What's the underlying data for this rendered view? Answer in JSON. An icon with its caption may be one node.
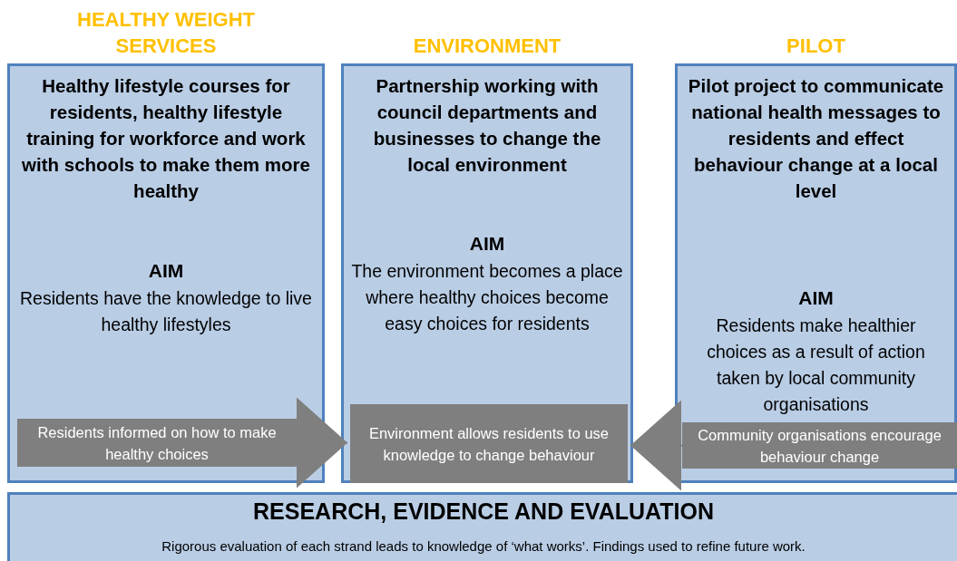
{
  "diagram": {
    "nodes": [
      {
        "text": [
          "HEALTHY WEIGHT SERVICES",
          "Healthy lifestyle courses for residents, healthy lifestyle training for workforce and work with schools to make them more healthy",
          "AIM",
          "Residents have the knowledge to live healthy lifestyles"
        ]
      },
      {
        "text": [
          "ENVIRONMENT",
          "Partnership working with council departments and businesses to change the local environment",
          "AIM",
          "The environment becomes a place where healthy choices become easy choices for residents"
        ]
      },
      {
        "text": [
          "PILOT",
          "Pilot project to communicate national health messages to residents and effect behaviour change at a local level",
          "AIM",
          "Residents make healthier choices as a result of action taken by local community organisations"
        ]
      },
      {
        "text": [
          "Residents informed on how to make healthy choices"
        ],
        "in": 0
      },
      {
        "text": [
          "Environment allows residents to use knowledge to change behaviour"
        ],
        "in": 1
      },
      {
        "text": [
          "Community organisations encourage behaviour change"
        ],
        "in": 2
      },
      {
        "text": [
          "RESEARCH, EVIDENCE AND EVALUATION",
          "Rigorous evaluation of each strand leads to knowledge of ‘what works’. Findings used to refine future work."
        ]
      }
    ],
    "edges": [
      {
        "from": 3,
        "to": 4,
        "arrow": "to"
      },
      {
        "from": 5,
        "to": 4,
        "arrow": "to"
      }
    ]
  }
}
